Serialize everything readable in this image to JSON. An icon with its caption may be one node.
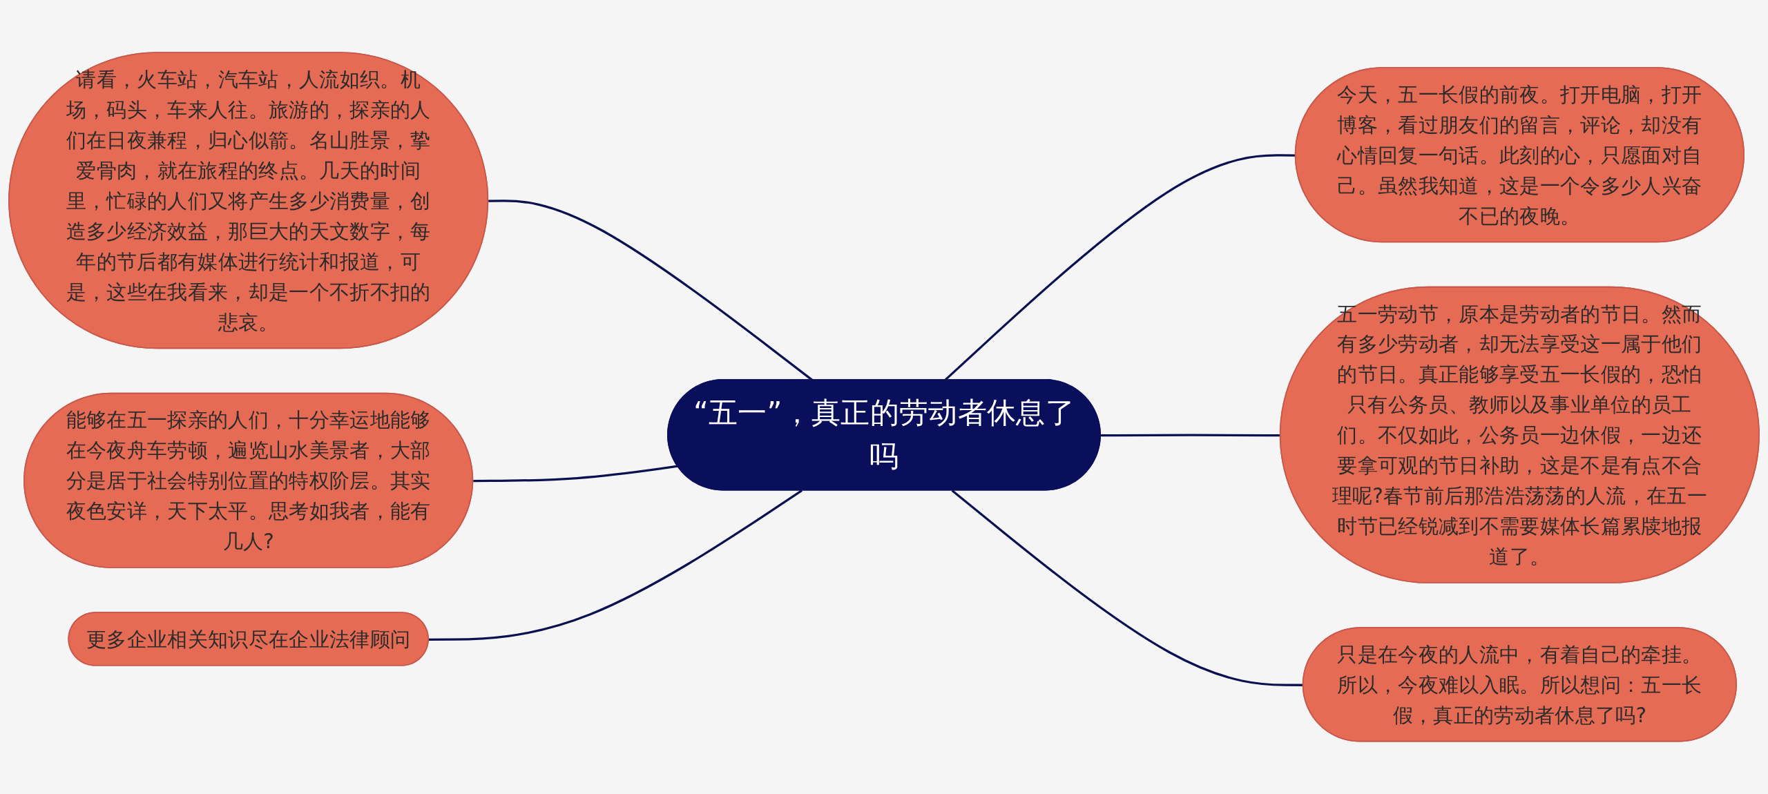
{
  "diagram": {
    "nodes": [
      {
        "text": [
          "“五一”，真正的劳动者休息了吗"
        ]
      },
      {
        "text": [
          "请看，火车站，汽车站，人流如织。机场，码头，车来人往。旅游的，探亲的人们在日夜兼程，归心似箭。名山胜景，挚爱骨肉，就在旅程的终点。几天的时间里，忙碌的人们又将产生多少消费量，创造多少经济效益，那巨大的天文数字，每年的节后都有媒体进行统计和报道，可是，这些在我看来，却是一个不折不扣的悲哀。"
        ]
      },
      {
        "text": [
          "能够在五一探亲的人们，十分幸运地能够在今夜舟车劳顿，遍览山水美景者，大部分是居于社会特别位置的特权阶层。其实夜色安详，天下太平。思考如我者，能有几人?"
        ]
      },
      {
        "text": [
          "更多企业相关知识尽在企业法律顾问"
        ]
      },
      {
        "text": [
          "今天，五一长假的前夜。打开电脑，打开博客，看过朋友们的留言，评论，却没有心情回复一句话。此刻的心，只愿面对自己。虽然我知道，这是一个令多少人兴奋不已的夜晚。"
        ]
      },
      {
        "text": [
          "五一劳动节，原本是劳动者的节日。然而有多少劳动者，却无法享受这一属于他们的节日。真正能够享受五一长假的，恐怕只有公务员、教师以及事业单位的员工们。不仅如此，公务员一边休假，一边还要拿可观的节日补助，这是不是有点不合理呢?春节前后那浩浩荡荡的人流，在五一时节已经锐减到不需要媒体长篇累牍地报道了。"
        ]
      },
      {
        "text": [
          "只是在今夜的人流中，有着自己的牵挂。所以，今夜难以入眠。所以想问：五一长假，真正的劳动者休息了吗?"
        ]
      }
    ],
    "edges": [
      {
        "from": 0,
        "to": 1,
        "arrow": "none"
      },
      {
        "from": 0,
        "to": 2,
        "arrow": "none"
      },
      {
        "from": 0,
        "to": 3,
        "arrow": "none"
      },
      {
        "from": 0,
        "to": 4,
        "arrow": "none"
      },
      {
        "from": 0,
        "to": 5,
        "arrow": "none"
      },
      {
        "from": 0,
        "to": 6,
        "arrow": "none"
      }
    ]
  }
}
